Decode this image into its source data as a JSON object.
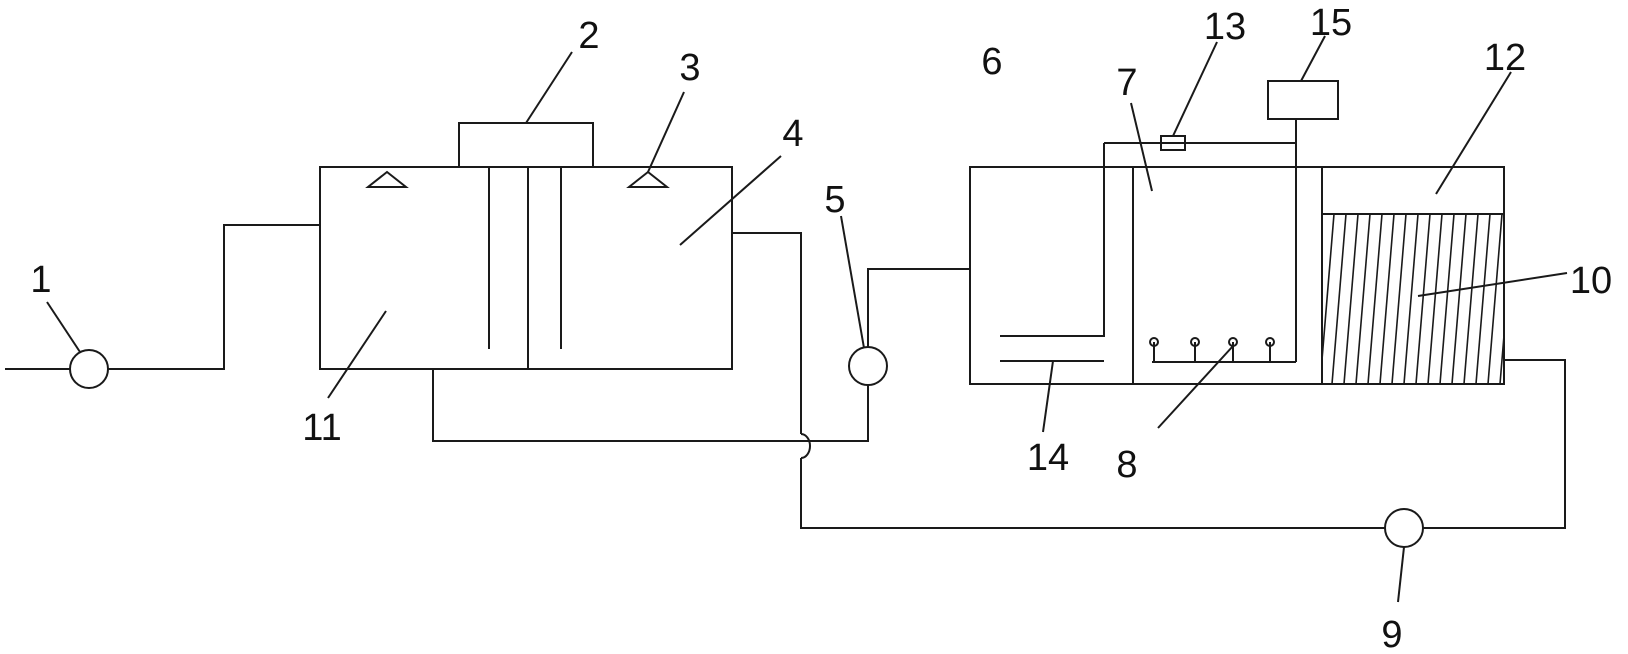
{
  "labels": {
    "n1": "1",
    "n2": "2",
    "n3": "3",
    "n4": "4",
    "n5": "5",
    "n6": "6",
    "n7": "7",
    "n8": "8",
    "n9": "9",
    "n10": "10",
    "n11": "11",
    "n12": "12",
    "n13": "13",
    "n14": "14",
    "n15": "15"
  },
  "colors": {
    "line": "#1a1a1a",
    "text": "#111111",
    "background": "#ffffff"
  }
}
